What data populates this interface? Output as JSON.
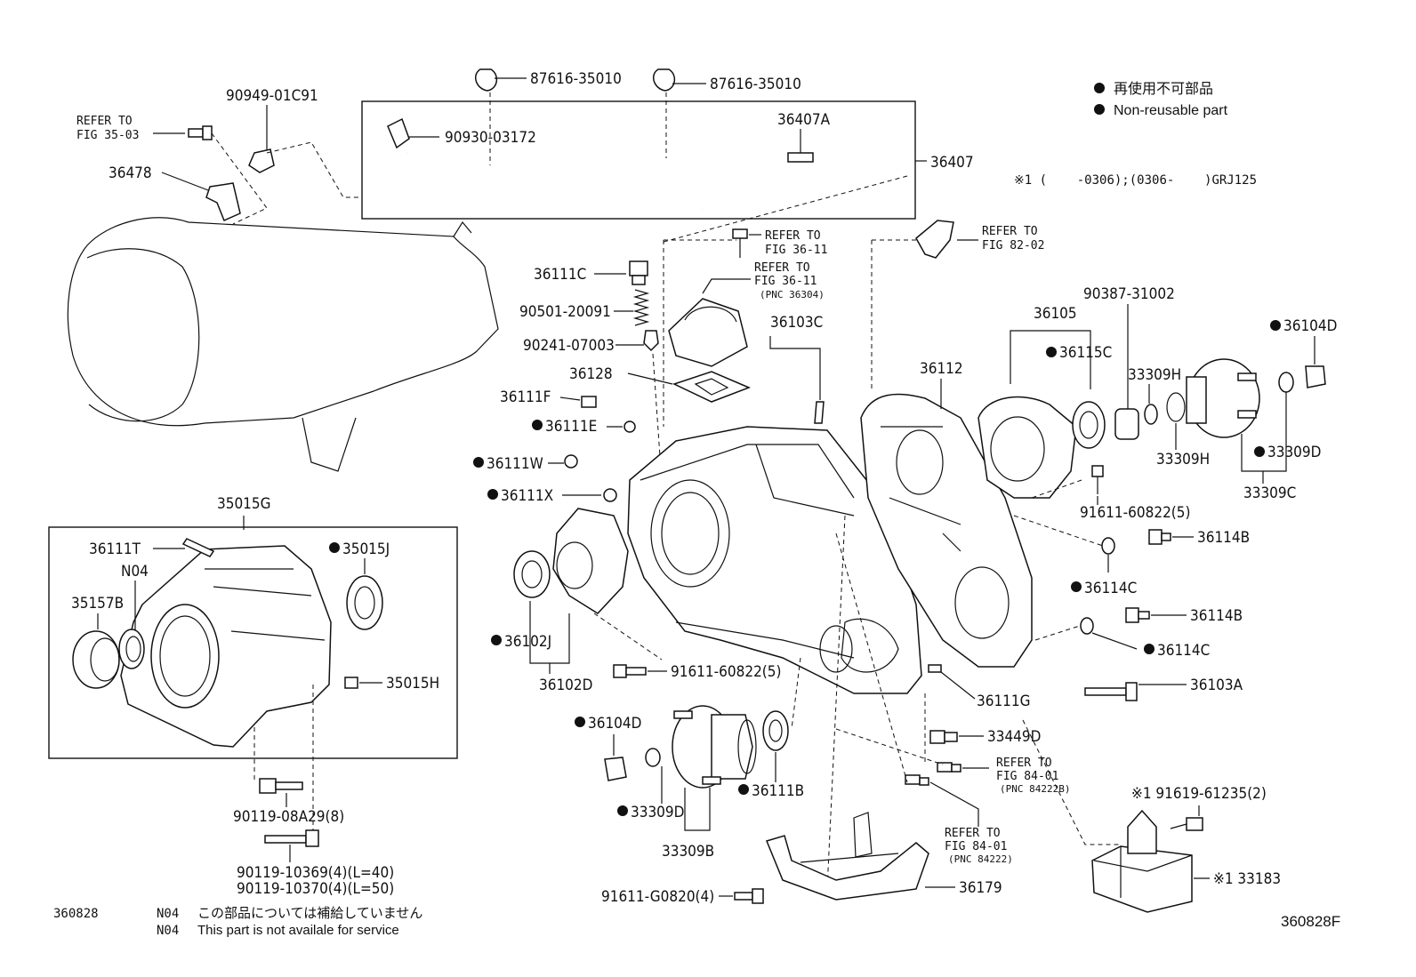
{
  "legend": {
    "non_reusable_jp": "再使用不可部品",
    "non_reusable_en": "Non-reusable part",
    "note_applicability": "※1 (    -0306);(0306-    )GRJ125"
  },
  "footer": {
    "diagram_code": "360828",
    "n04_code_1": "N04",
    "n04_text_jp": "この部品については補給していません",
    "n04_code_2": "N04",
    "n04_text_en": "This part is not availale for service",
    "figure_id": "360828F"
  },
  "parts": {
    "p87616_a": "87616-35010",
    "p87616_b": "87616-35010",
    "p90949": "90949-01C91",
    "p90930": "90930-03172",
    "p36407A": "36407A",
    "p36407": "36407",
    "p36478": "36478",
    "refer_35_03_a": "REFER TO",
    "refer_35_03_b": "FIG 35-03",
    "refer_36_11_a": "REFER TO",
    "refer_36_11_b": "FIG 36-11",
    "refer_36_11c_a": "REFER TO",
    "refer_36_11c_b": "FIG 36-11",
    "refer_36_11c_c": "(PNC 36304)",
    "refer_82_02_a": "REFER TO",
    "refer_82_02_b": "FIG 82-02",
    "p36111C": "36111C",
    "p90501": "90501-20091",
    "p90241": "90241-07003",
    "p36128": "36128",
    "p36103C": "36103C",
    "p36111F": "36111F",
    "p36111E": "36111E",
    "p36111W": "36111W",
    "p36111X": "36111X",
    "p36112": "36112",
    "p36105": "36105",
    "p90387": "90387-31002",
    "p36104D_a": "36104D",
    "p36115C": "36115C",
    "p33309H_a": "33309H",
    "p33309H_b": "33309H",
    "p33309D_a": "33309D",
    "p33309C": "33309C",
    "p91611_a": "91611-60822(5)",
    "p36114B_a": "36114B",
    "p36114C_a": "36114C",
    "p36114B_b": "36114B",
    "p36114C_b": "36114C",
    "p36103A": "36103A",
    "p35015G": "35015G",
    "p36111T": "36111T",
    "pN04": "N04",
    "p35015J": "35015J",
    "p35157B": "35157B",
    "p35015H": "35015H",
    "p36102J": "36102J",
    "p36102D": "36102D",
    "p91611_b": "91611-60822(5)",
    "p36111G": "36111G",
    "p33449D": "33449D",
    "refer_84_01a_a": "REFER TO",
    "refer_84_01a_b": "FIG 84-01",
    "refer_84_01a_c": "(PNC 84222B)",
    "p91619": "※1 91619-61235(2)",
    "p36104D_b": "36104D",
    "p36111B": "36111B",
    "p33309D_b": "33309D",
    "p33309B": "33309B",
    "refer_84_01b_a": "REFER TO",
    "refer_84_01b_b": "FIG 84-01",
    "refer_84_01b_c": "(PNC 84222)",
    "p90119_08": "90119-08A29(8)",
    "p90119_10369": "90119-10369(4)(L=40)",
    "p90119_10370": "90119-10370(4)(L=50)",
    "p91611_g": "91611-G0820(4)",
    "p36179": "36179",
    "p33183": "※1 33183"
  }
}
